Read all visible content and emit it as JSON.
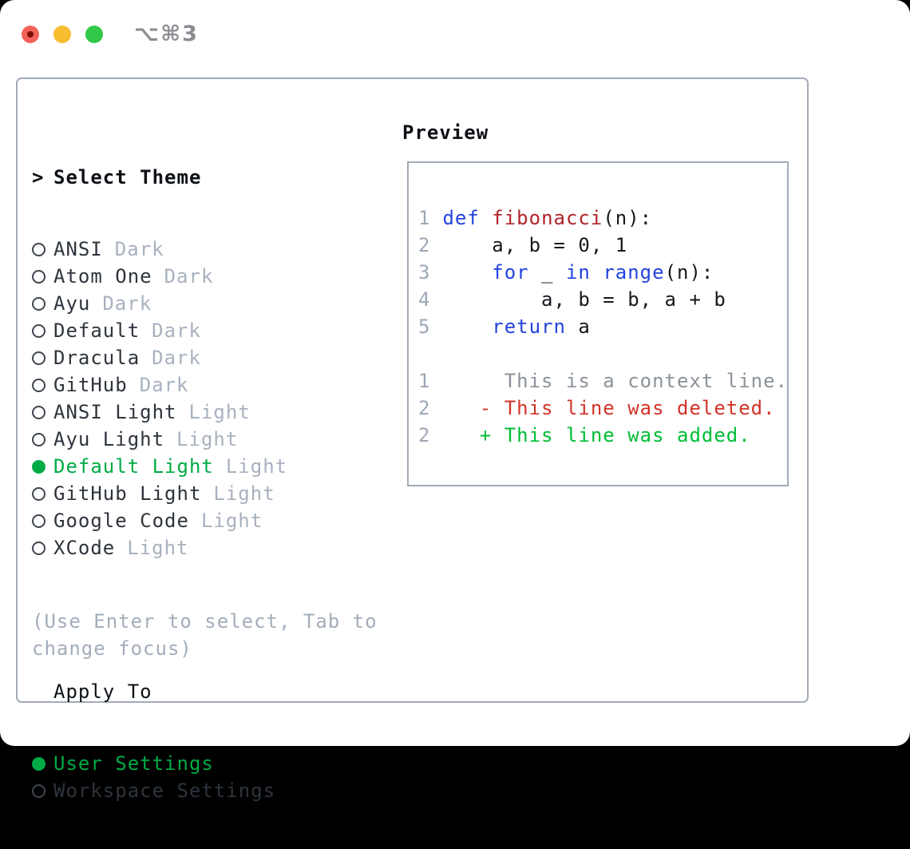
{
  "window": {
    "shortcut": "⌥⌘3",
    "traffic_lights": [
      "close",
      "minimize",
      "zoom"
    ]
  },
  "theme_picker": {
    "prompt_char": ">",
    "title": "Select Theme",
    "themes": [
      {
        "name": "ANSI",
        "tag": "Dark",
        "selected": false
      },
      {
        "name": "Atom One",
        "tag": "Dark",
        "selected": false
      },
      {
        "name": "Ayu",
        "tag": "Dark",
        "selected": false
      },
      {
        "name": "Default",
        "tag": "Dark",
        "selected": false
      },
      {
        "name": "Dracula",
        "tag": "Dark",
        "selected": false
      },
      {
        "name": "GitHub",
        "tag": "Dark",
        "selected": false
      },
      {
        "name": "ANSI Light",
        "tag": "Light",
        "selected": false
      },
      {
        "name": "Ayu Light",
        "tag": "Light",
        "selected": false
      },
      {
        "name": "Default Light",
        "tag": "Light",
        "selected": true
      },
      {
        "name": "GitHub Light",
        "tag": "Light",
        "selected": false
      },
      {
        "name": "Google Code",
        "tag": "Light",
        "selected": false
      },
      {
        "name": "XCode",
        "tag": "Light",
        "selected": false
      }
    ],
    "apply_to": {
      "title": "Apply To",
      "options": [
        {
          "name": "User Settings",
          "selected": true
        },
        {
          "name": "Workspace Settings",
          "selected": false
        }
      ]
    },
    "hint": "(Use Enter to select, Tab to change focus)"
  },
  "preview": {
    "title": "Preview",
    "code_lines": [
      {
        "num": "1",
        "segments": [
          {
            "t": "def",
            "c": "kw"
          },
          {
            "t": " ",
            "c": "pl"
          },
          {
            "t": "fibonacci",
            "c": "fn"
          },
          {
            "t": "(n):",
            "c": "pl"
          }
        ]
      },
      {
        "num": "2",
        "segments": [
          {
            "t": "    a, b = 0, 1",
            "c": "pl"
          }
        ]
      },
      {
        "num": "3",
        "segments": [
          {
            "t": "    ",
            "c": "pl"
          },
          {
            "t": "for",
            "c": "kw"
          },
          {
            "t": " _ ",
            "c": "pl"
          },
          {
            "t": "in",
            "c": "kw"
          },
          {
            "t": " ",
            "c": "pl"
          },
          {
            "t": "range",
            "c": "kw"
          },
          {
            "t": "(n):",
            "c": "pl"
          }
        ]
      },
      {
        "num": "4",
        "segments": [
          {
            "t": "        a, b = b, a + b",
            "c": "pl"
          }
        ]
      },
      {
        "num": "5",
        "segments": [
          {
            "t": "    ",
            "c": "pl"
          },
          {
            "t": "return",
            "c": "kw"
          },
          {
            "t": " a",
            "c": "pl"
          }
        ]
      },
      {
        "num": "",
        "segments": []
      },
      {
        "num": "1",
        "segments": [
          {
            "t": "     This is a context line.",
            "c": "ctx"
          }
        ]
      },
      {
        "num": "2",
        "segments": [
          {
            "t": "   - This line was deleted.",
            "c": "del"
          }
        ]
      },
      {
        "num": "2",
        "segments": [
          {
            "t": "   + This line was added.",
            "c": "add"
          }
        ]
      }
    ]
  },
  "colors": {
    "accent_green": "#00ab45",
    "added_green": "#00bd35",
    "deleted_red": "#d23329",
    "function_red": "#b0232a",
    "keyword_blue": "#2343e0",
    "line_number": "#9da8b7",
    "context_gray": "#8b929a",
    "tag_text": "#a8b1bf",
    "hint_text": "#a3adbb",
    "item_text": "#2e343c",
    "heading": "#0d1116",
    "panel_border": "#a3abb7",
    "light_red": "#f4615b",
    "light_yellow": "#f7bd2f",
    "light_green": "#33c748",
    "shortcut": "#8c8d92"
  }
}
